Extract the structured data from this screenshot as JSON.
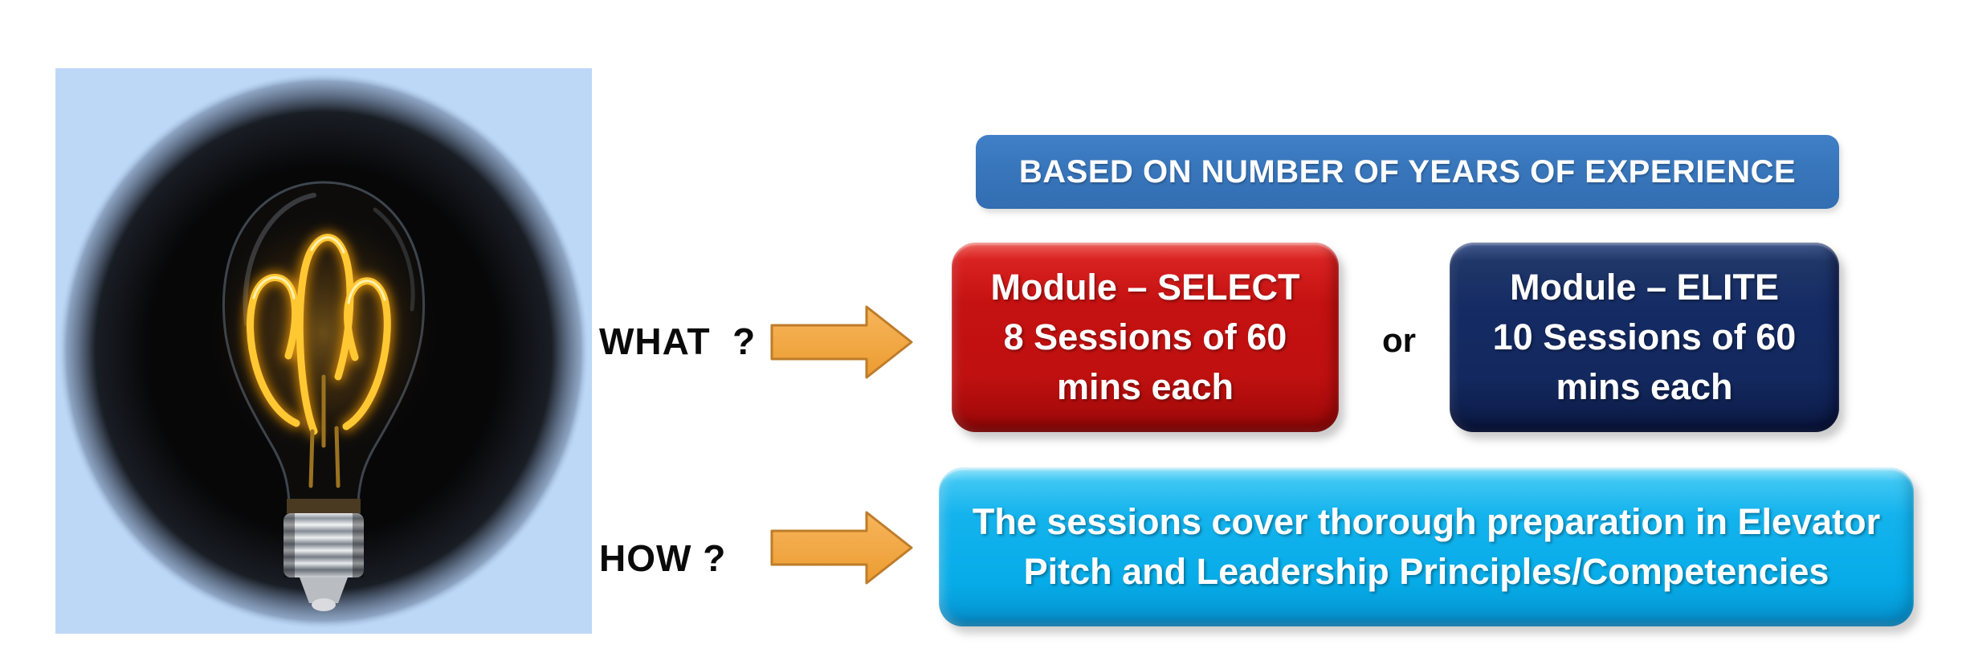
{
  "slide": {
    "background_color": "#FFFFFF"
  },
  "photo": {
    "description": "glowing-filament-light-bulb-on-black-circle",
    "background_color": "#BDD7F6",
    "filament_color": "#FFC832"
  },
  "banner": {
    "label": "BASED ON NUMBER OF YEARS OF EXPERIENCE",
    "background_color": "#3876BC",
    "text_color": "#FFFFFF"
  },
  "questions": {
    "what_label": "WHAT  ?",
    "how_label": "HOW ?"
  },
  "arrow": {
    "fill_color": "#F2A444",
    "border_color": "#BE7C2A"
  },
  "or_label": "or",
  "modules": [
    {
      "id": "select",
      "lines": [
        "Module – SELECT",
        "8 Sessions of 60",
        "mins each"
      ],
      "background_color": "#C41111",
      "text_color": "#FFFFFF"
    },
    {
      "id": "elite",
      "lines": [
        "Module – ELITE",
        "10 Sessions of 60",
        "mins each"
      ],
      "background_color": "#142A64",
      "text_color": "#FFFFFF"
    }
  ],
  "how_box": {
    "lines": [
      "The sessions cover thorough preparation in Elevator",
      "Pitch and Leadership Principles/Competencies"
    ],
    "background_color": "#06ACE8",
    "text_color": "#FFFFFF"
  }
}
